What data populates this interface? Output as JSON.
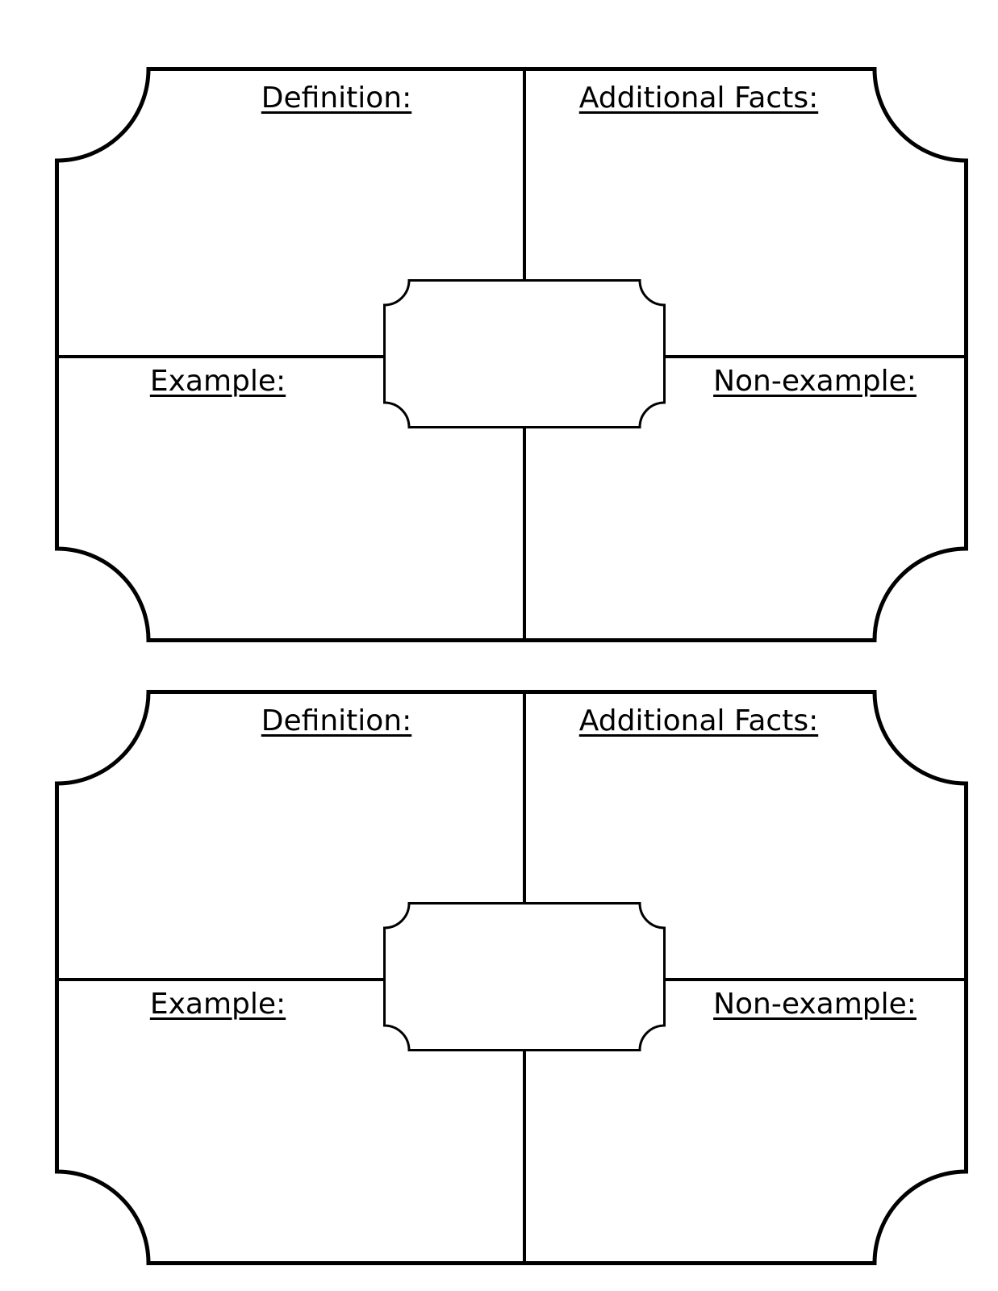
{
  "page": {
    "background_color": "#ffffff",
    "ink_color": "#000000"
  },
  "panels": [
    {
      "labels": {
        "definition": "Definition:",
        "additional_facts": "Additional Facts:",
        "example": "Example:",
        "non_example": "Non-example:"
      },
      "fields": {
        "term": "",
        "definition": "",
        "additional_facts": "",
        "example": "",
        "non_example": ""
      }
    },
    {
      "labels": {
        "definition": "Definition:",
        "additional_facts": "Additional Facts:",
        "example": "Example:",
        "non_example": "Non-example:"
      },
      "fields": {
        "term": "",
        "definition": "",
        "additional_facts": "",
        "example": "",
        "non_example": ""
      }
    }
  ]
}
